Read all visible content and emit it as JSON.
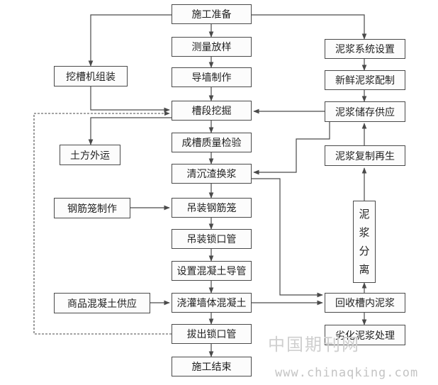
{
  "nodes": {
    "start": "施工准备",
    "survey": "测量放样",
    "guide_wall": "导墙制作",
    "trench_excavation": "槽段挖掘",
    "quality_check": "成槽质量检验",
    "desilt": "清沉渣换浆",
    "lift_cage": "吊装钢筋笼",
    "lift_lock_pipe": "吊装锁口管",
    "set_guide_pipe": "设置混凝土导管",
    "pour_concrete": "浇灌墙体混凝土",
    "pull_lock_pipe": "拔出锁口管",
    "end": "施工结束",
    "excavator_assembly": "挖槽机组装",
    "soil_transport": "土方外运",
    "rebar_cage_making": "钢筋笼制作",
    "ready_mix_supply": "商品混凝土供应",
    "slurry_system": "泥浆系统设置",
    "fresh_slurry": "新鲜泥浆配制",
    "slurry_storage": "泥浆储存供应",
    "slurry_regen": "泥浆复制再生",
    "slurry_separation": [
      "泥",
      "浆",
      "分",
      "离"
    ],
    "slurry_recovery": "回收槽内泥浆",
    "slurry_disposal": "劣化泥浆处理"
  },
  "watermark": {
    "site_name": "中国期刊网",
    "url": "www.chinaqking.com"
  },
  "colors": {
    "line": "#4a4a4a",
    "box_border": "#4a4a4a",
    "watermark": "#c9c9c9"
  }
}
